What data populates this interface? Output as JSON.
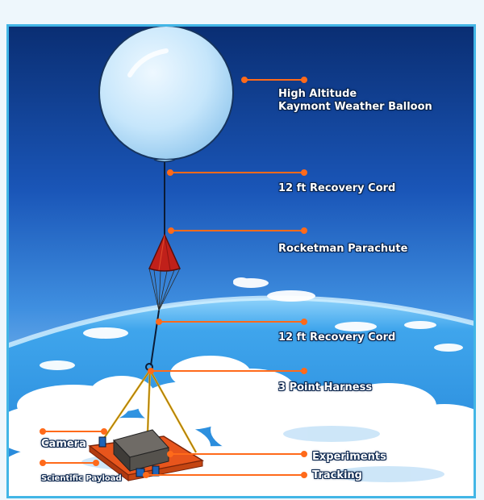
{
  "labels": {
    "balloon": [
      "High Altitude",
      "Kaymont Weather Balloon"
    ],
    "cord_upper": "12 ft Recovery Cord",
    "parachute": "Rocketman Parachute",
    "cord_lower": "12 ft Recovery Cord",
    "harness": "3 Point Harness",
    "camera": "Camera",
    "experiments": "Experiments",
    "payload": "Scientific Payload",
    "tracking": "Tracking"
  },
  "colors": {
    "frame": "#42b6e6",
    "leader_line": "#ff6a1a",
    "sky_top": "#0a2e73",
    "sky_mid": "#1e6ad0",
    "earth": "#2d9be8",
    "balloon": "#c6e6fb",
    "parachute": "#c0201a",
    "payload_platform": "#e8551c"
  }
}
